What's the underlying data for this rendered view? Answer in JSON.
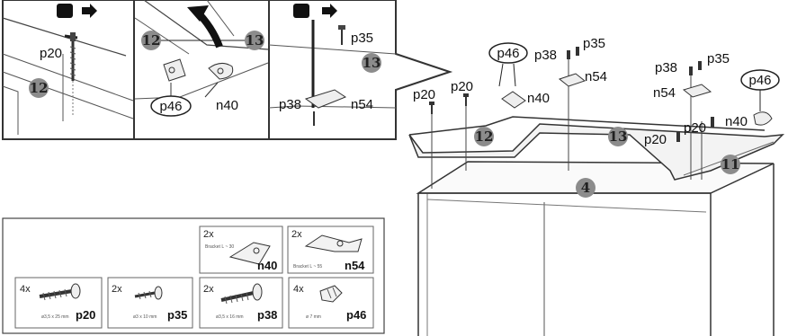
{
  "inset1": {
    "screw": "p20",
    "part": "12"
  },
  "inset2": {
    "part_left": "12",
    "part_right": "13",
    "plug": "p46",
    "bracket": "n40"
  },
  "inset3": {
    "screw_top": "p35",
    "part": "13",
    "screw_bottom": "p38",
    "bracket": "n54"
  },
  "main": {
    "screw_a": "p20",
    "screw_b": "p20",
    "plug_left": "p46",
    "bracket_left": "n40",
    "screw_mid_a": "p38",
    "screw_mid_b": "p35",
    "bracket_mid": "n54",
    "screw_right_a": "p38",
    "screw_right_b": "p35",
    "bracket_right": "n54",
    "plug_right": "p46",
    "screw_right_c": "p20",
    "screw_right_d": "p20",
    "bracket_right_b": "n40",
    "part_12": "12",
    "part_13": "13",
    "part_11": "11",
    "part_4": "4"
  },
  "parts_list": [
    {
      "qty": "2x",
      "code": "n40",
      "note": "Bracket L ~ 30"
    },
    {
      "qty": "2x",
      "code": "n54",
      "note": "Bracket L ~ 55"
    },
    {
      "qty": "4x",
      "code": "p20",
      "note": "ø3,5 x 25 mm"
    },
    {
      "qty": "2x",
      "code": "p35",
      "note": "ø3 x 10 mm"
    },
    {
      "qty": "2x",
      "code": "p38",
      "note": "ø3,5 x 16 mm"
    },
    {
      "qty": "4x",
      "code": "p46",
      "note": "ø 7 mm"
    }
  ]
}
